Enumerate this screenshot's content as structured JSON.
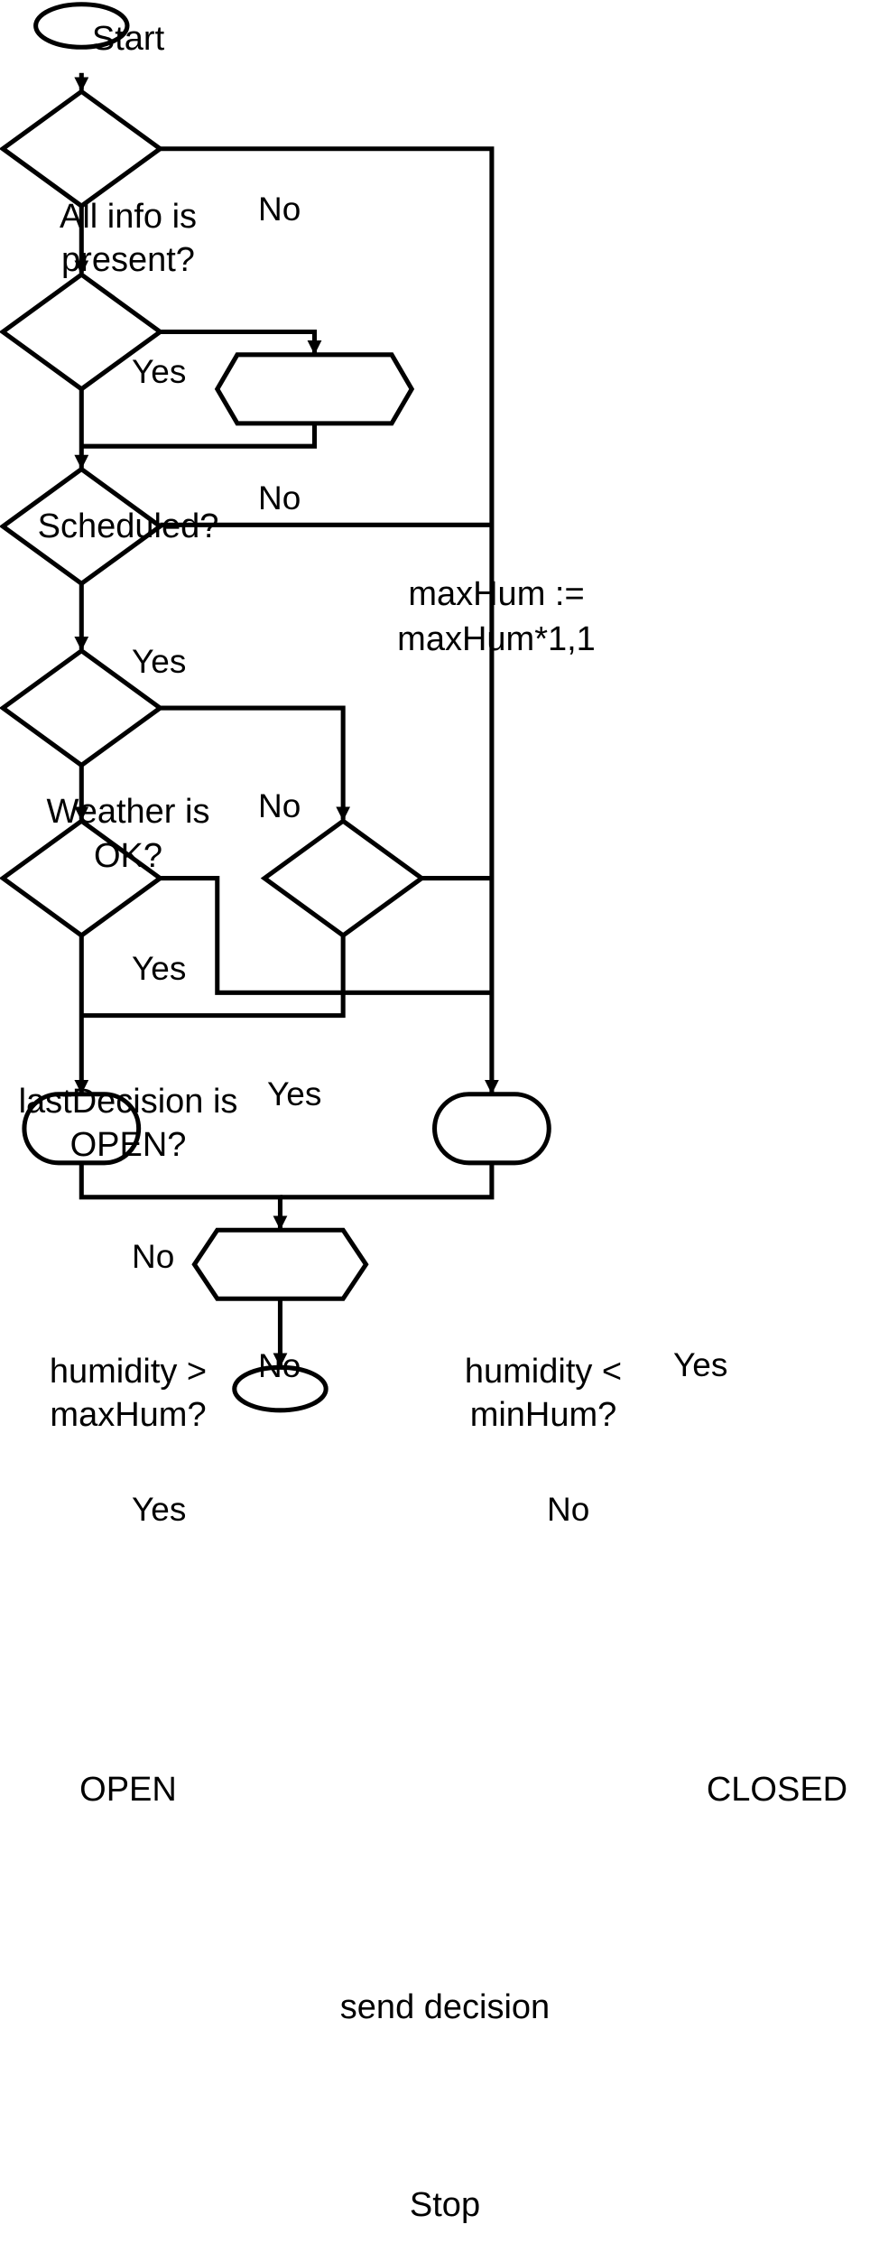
{
  "nodes": {
    "start": "Start",
    "all_info": [
      "All info is",
      "present?"
    ],
    "scheduled": "Scheduled?",
    "max_hum_adjust": [
      "maxHum :=",
      "maxHum*1,1"
    ],
    "weather_ok": [
      "Weather is",
      "OK?"
    ],
    "last_decision_open": [
      "lastDecision is",
      "OPEN?"
    ],
    "humidity_gt_max": [
      "humidity >",
      "maxHum?"
    ],
    "humidity_lt_min": [
      "humidity <",
      "minHum?"
    ],
    "open": "OPEN",
    "closed": "CLOSED",
    "send_decision": "send decision",
    "stop": "Stop"
  },
  "edge_labels": {
    "all_info_no": "No",
    "all_info_yes": "Yes",
    "scheduled_no": "No",
    "scheduled_yes": "Yes",
    "weather_no": "No",
    "weather_yes": "Yes",
    "last_decision_yes": "Yes",
    "last_decision_no": "No",
    "humidity_gt_no": "No",
    "humidity_gt_yes": "Yes",
    "humidity_lt_yes": "Yes",
    "humidity_lt_no": "No"
  },
  "colors": {
    "stroke": "#000000",
    "fill": "#ffffff",
    "text": "#000000"
  }
}
